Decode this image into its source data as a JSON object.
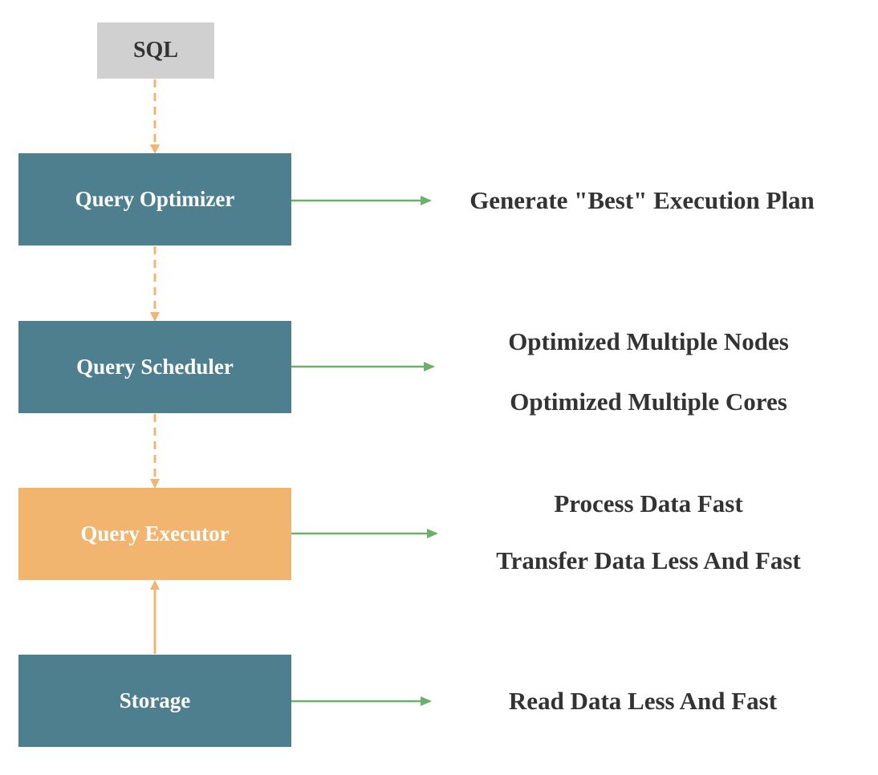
{
  "nodes": {
    "sql": "SQL",
    "optimizer": "Query Optimizer",
    "scheduler": "Query Scheduler",
    "executor": "Query Executor",
    "storage": "Storage"
  },
  "descriptions": {
    "optimizer": [
      "Generate \"Best\" Execution Plan"
    ],
    "scheduler": [
      "Optimized Multiple Nodes",
      "Optimized Multiple Cores"
    ],
    "executor": [
      "Process Data Fast",
      "Transfer Data Less And Fast"
    ],
    "storage": [
      "Read Data Less And Fast"
    ]
  },
  "colors": {
    "teal": "#4e7f8e",
    "orange": "#f2b570",
    "gray": "#d0d0d0",
    "green_arrow": "#6ab26a",
    "orange_arrow": "#f2b570",
    "text_dark": "#333333"
  }
}
